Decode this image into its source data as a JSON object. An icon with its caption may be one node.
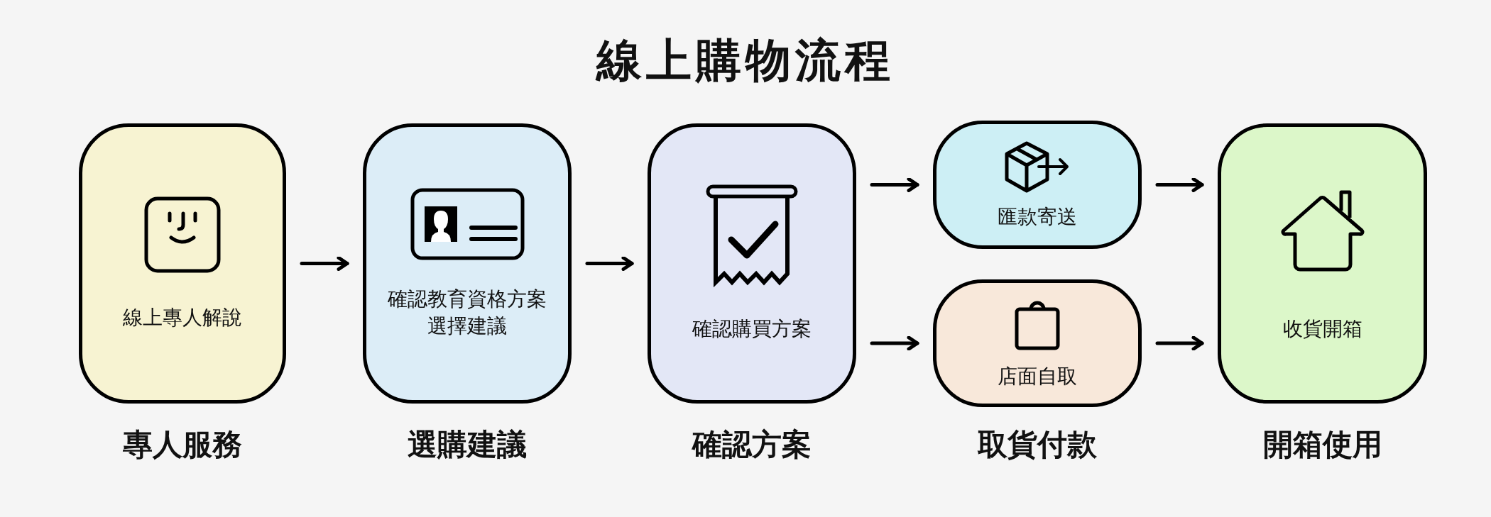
{
  "diagram": {
    "title": "線上購物流程",
    "nodes": [
      {
        "text": [
          "線上專人解說"
        ],
        "beside": [
          "專人服務"
        ]
      },
      {
        "text": [
          "確認教育資格方案選擇建議"
        ],
        "beside": [
          "選購建議"
        ]
      },
      {
        "text": [
          "確認購買方案"
        ],
        "beside": [
          "確認方案"
        ]
      },
      {
        "text": [
          "匯款寄送"
        ]
      },
      {
        "text": [
          "店面自取"
        ]
      },
      {
        "text": [
          "收貨開箱"
        ],
        "beside": [
          "開箱使用"
        ]
      }
    ],
    "edges": [
      {
        "from": 0,
        "to": 1,
        "arrow": "to"
      },
      {
        "from": 1,
        "to": 2,
        "arrow": "to"
      },
      {
        "from": 2,
        "to": 3,
        "arrow": "to"
      },
      {
        "from": 2,
        "to": 4,
        "arrow": "to"
      },
      {
        "from": 3,
        "to": 5,
        "arrow": "to"
      },
      {
        "from": 4,
        "to": 5,
        "arrow": "to"
      }
    ],
    "labels": [
      "取貨付款"
    ]
  }
}
